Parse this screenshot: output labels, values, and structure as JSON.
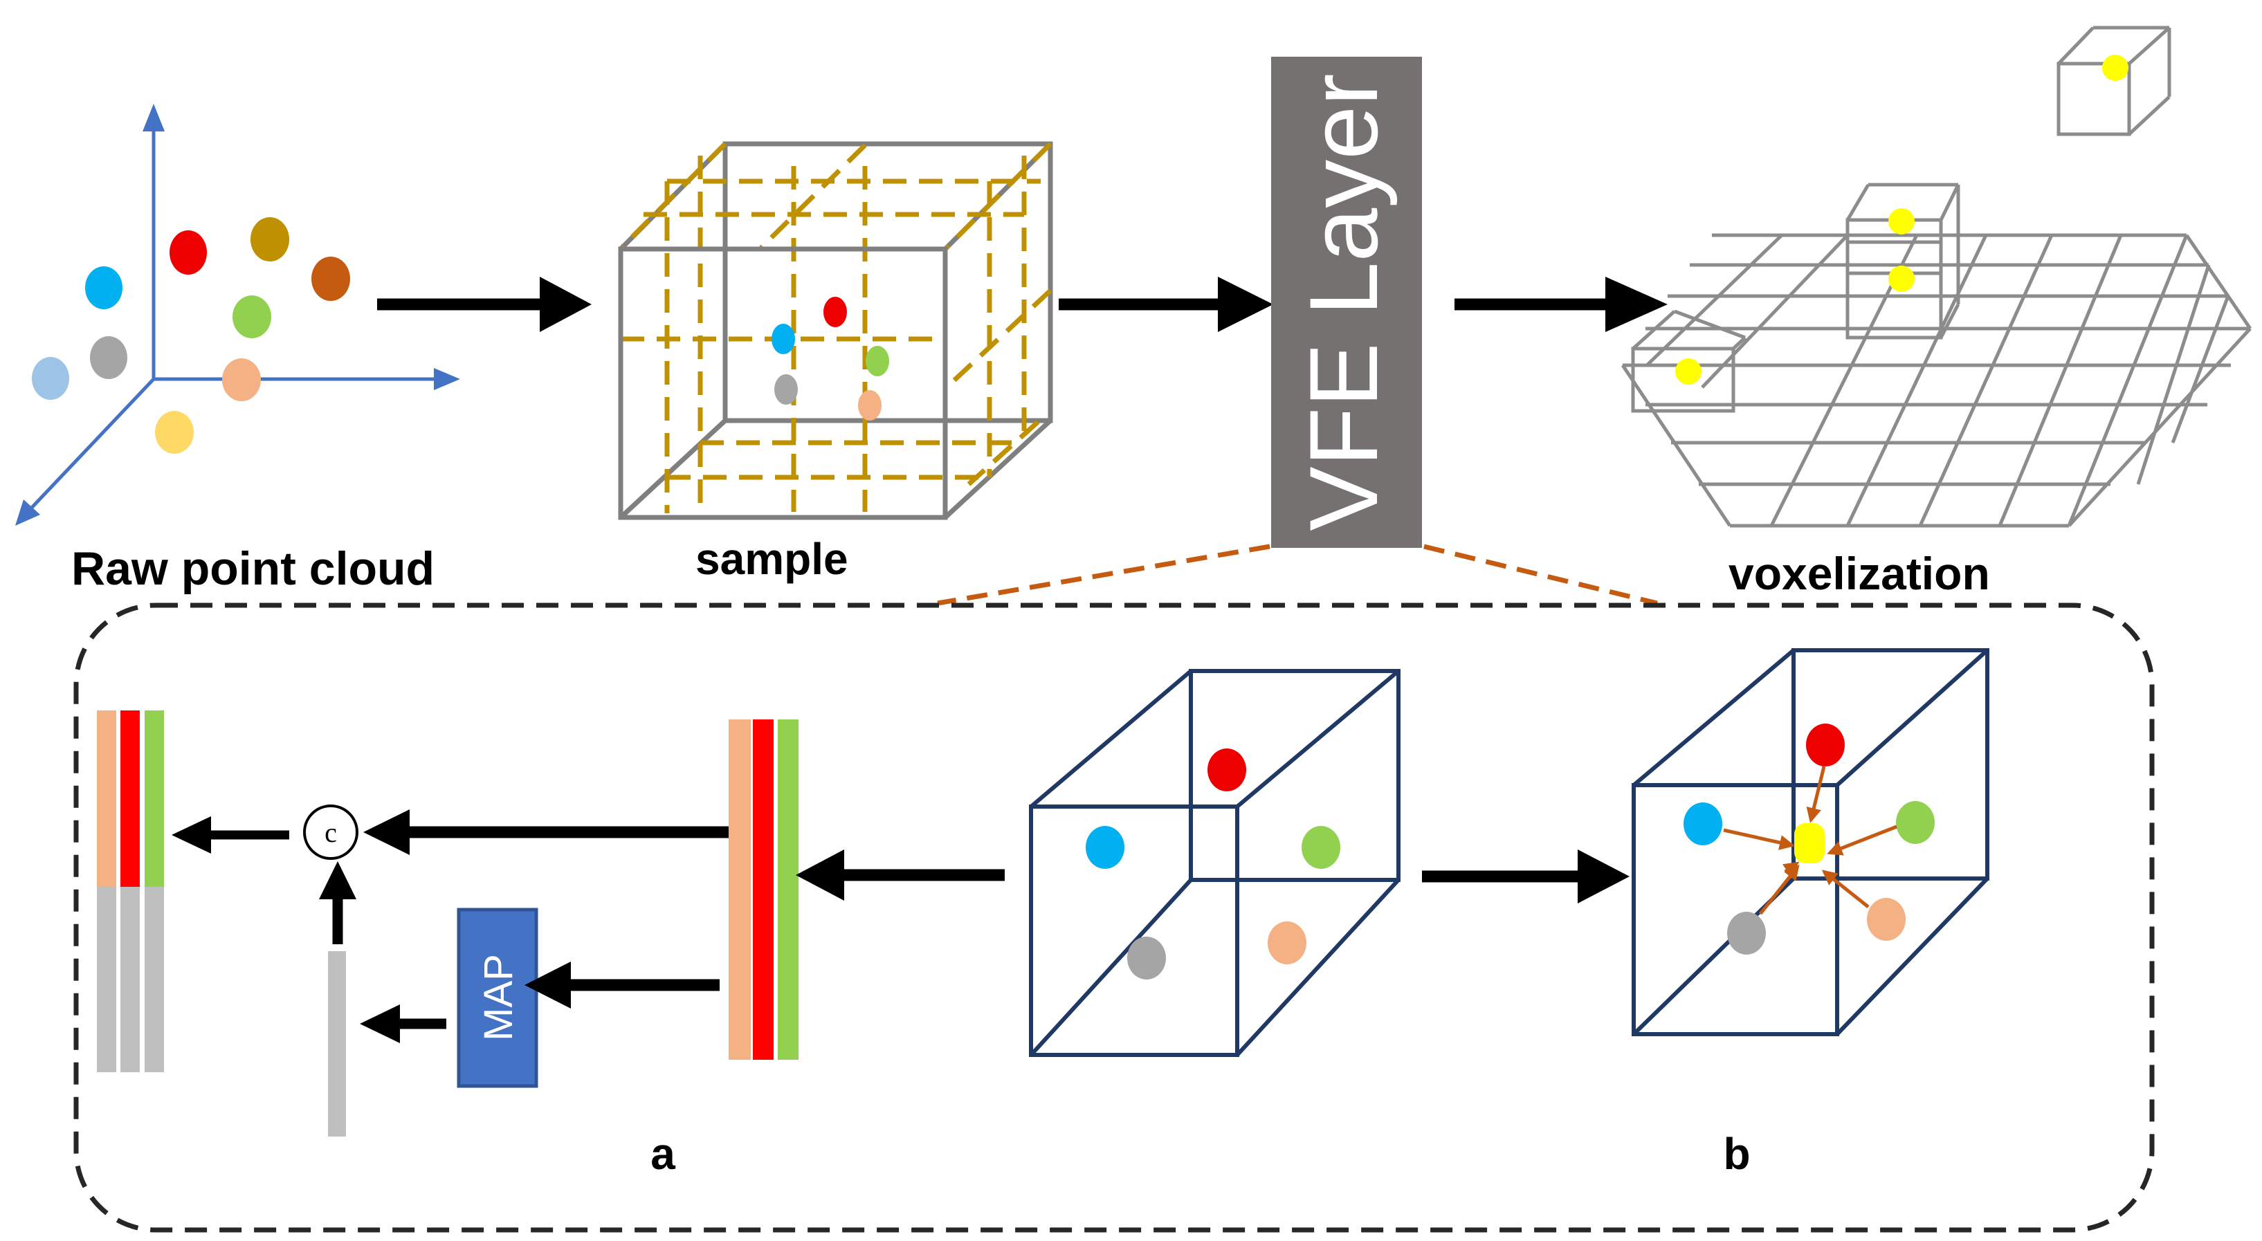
{
  "labels": {
    "raw_point_cloud": "Raw point cloud",
    "sample": "sample",
    "voxelization": "voxelization",
    "vfe_layer": "VFE Layer",
    "map": "MAP",
    "concat": "c",
    "panel_a": "a",
    "panel_b": "b"
  },
  "colors": {
    "point_red": "#ee0000",
    "point_olive": "#bf9000",
    "point_brown": "#c55a11",
    "point_cyan": "#00b0f0",
    "point_green": "#92d050",
    "point_gray": "#a5a5a5",
    "point_light_blue": "#9dc3e6",
    "point_salmon": "#f4b183",
    "point_yellow": "#ffd966",
    "centroid_yellow": "#ffff00",
    "axis_blue": "#4472c4",
    "grid_gray": "#7f7f7f",
    "sample_dash": "#bf9000",
    "vfe_box": "#767171",
    "map_box": "#4472c4",
    "voxel_blue": "#203864",
    "orange_link": "#c55a11",
    "feature_salmon": "#f4b183",
    "feature_red": "#ff0000",
    "feature_green": "#92d050",
    "feature_gray": "#bfbfbf"
  }
}
